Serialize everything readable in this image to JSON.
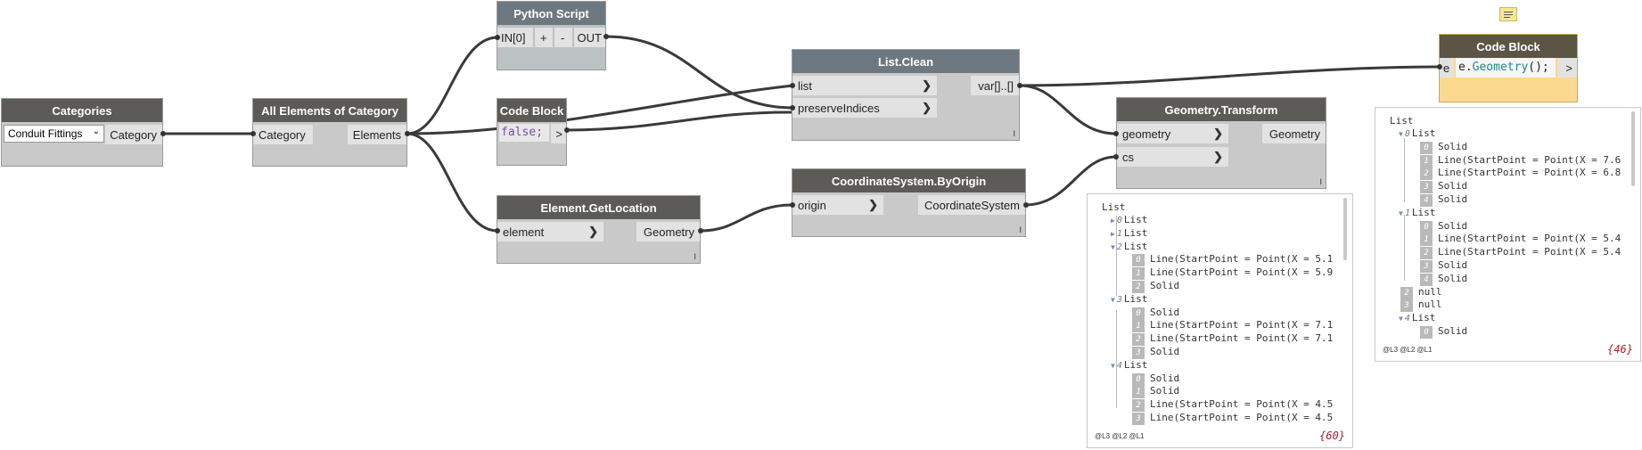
{
  "nodes": {
    "categories": {
      "title": "Categories",
      "dropdown_value": "Conduit Fittings",
      "output": "Category"
    },
    "all_elements": {
      "title": "All Elements of Category",
      "input": "Category",
      "output": "Elements"
    },
    "python_script": {
      "title": "Python Script",
      "input": "IN[0]",
      "plus": "+",
      "minus": "-",
      "output": "OUT"
    },
    "code_block_1": {
      "title": "Code Block",
      "code": "false;",
      "output": ">"
    },
    "element_get_location": {
      "title": "Element.GetLocation",
      "input": "element",
      "output": "Geometry"
    },
    "list_clean": {
      "title": "List.Clean",
      "input_1": "list",
      "input_2": "preserveIndices",
      "output": "var[]..[]"
    },
    "coordinate_system": {
      "title": "CoordinateSystem.ByOrigin",
      "input": "origin",
      "output": "CoordinateSystem"
    },
    "geometry_transform": {
      "title": "Geometry.Transform",
      "input_1": "geometry",
      "input_2": "cs",
      "output": "Geometry"
    },
    "code_block_2": {
      "title": "Code Block",
      "input": "e",
      "code_prefix": "e.",
      "code_method": "Geometry",
      "code_suffix": "();",
      "output": ">"
    }
  },
  "preview_transform": {
    "root": "List",
    "levels": "@L3 @L2 @L1",
    "count": "{60}",
    "rows": [
      {
        "type": "list",
        "index": "0",
        "label": "List"
      },
      {
        "type": "list",
        "index": "1",
        "label": "List"
      },
      {
        "type": "list",
        "index": "2",
        "label": "List"
      },
      {
        "type": "item",
        "index": "0",
        "label": "Line(StartPoint = Point(X = 5.1"
      },
      {
        "type": "item",
        "index": "1",
        "label": "Line(StartPoint = Point(X = 5.9"
      },
      {
        "type": "item",
        "index": "2",
        "label": "Solid"
      },
      {
        "type": "list",
        "index": "3",
        "label": "List"
      },
      {
        "type": "item",
        "index": "0",
        "label": "Solid"
      },
      {
        "type": "item",
        "index": "1",
        "label": "Line(StartPoint = Point(X = 7.1"
      },
      {
        "type": "item",
        "index": "2",
        "label": "Line(StartPoint = Point(X = 7.1"
      },
      {
        "type": "item",
        "index": "3",
        "label": "Solid"
      },
      {
        "type": "list",
        "index": "4",
        "label": "List"
      },
      {
        "type": "item",
        "index": "0",
        "label": "Solid"
      },
      {
        "type": "item",
        "index": "1",
        "label": "Solid"
      },
      {
        "type": "item",
        "index": "2",
        "label": "Line(StartPoint = Point(X = 4.5"
      },
      {
        "type": "item",
        "index": "3",
        "label": "Line(StartPoint = Point(X = 4.5"
      }
    ]
  },
  "preview_codeblock": {
    "root": "List",
    "levels": "@L3 @L2 @L1",
    "count": "{46}",
    "rows": [
      {
        "type": "list",
        "index": "0",
        "label": "List"
      },
      {
        "type": "item",
        "index": "0",
        "label": "Solid"
      },
      {
        "type": "item",
        "index": "1",
        "label": "Line(StartPoint = Point(X = 7.6"
      },
      {
        "type": "item",
        "index": "2",
        "label": "Line(StartPoint = Point(X = 6.8"
      },
      {
        "type": "item",
        "index": "3",
        "label": "Solid"
      },
      {
        "type": "item",
        "index": "4",
        "label": "Solid"
      },
      {
        "type": "list",
        "index": "1",
        "label": "List"
      },
      {
        "type": "item",
        "index": "0",
        "label": "Solid"
      },
      {
        "type": "item",
        "index": "1",
        "label": "Line(StartPoint = Point(X = 5.4"
      },
      {
        "type": "item",
        "index": "2",
        "label": "Line(StartPoint = Point(X = 5.4"
      },
      {
        "type": "item",
        "index": "3",
        "label": "Solid"
      },
      {
        "type": "item",
        "index": "4",
        "label": "Solid"
      },
      {
        "type": "null",
        "index": "2",
        "label": "null"
      },
      {
        "type": "null",
        "index": "3",
        "label": "null"
      },
      {
        "type": "list",
        "index": "4",
        "label": "List"
      },
      {
        "type": "item",
        "index": "0",
        "label": "Solid"
      }
    ]
  },
  "colors": {
    "wire": "#3a3a3a",
    "header_dark": "#5d5b57",
    "header_slate": "#6e7880",
    "code_block_body": "#fbd98f",
    "count": "#a0282c",
    "keyword": "#7b4fa8",
    "method": "#1b8a8a"
  }
}
